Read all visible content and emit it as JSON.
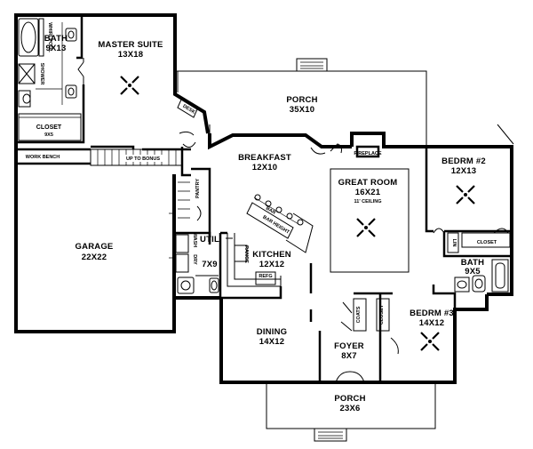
{
  "rooms": {
    "master_suite": {
      "name": "MASTER SUITE",
      "dim": "13X18"
    },
    "bath_master": {
      "name": "BATH",
      "dim": "9X13"
    },
    "whirlpool": "WHIRLPOOL",
    "shower": "SHOWER",
    "closet_master": {
      "name": "CLOSET",
      "dim": "9X5"
    },
    "porch_rear": {
      "name": "PORCH",
      "dim": "35X10"
    },
    "desk": "DESK",
    "work_bench": "WORK BENCH",
    "up_to_bonus": "UP TO BONUS",
    "breakfast": {
      "name": "BREAKFAST",
      "dim": "12X10"
    },
    "fireplace": "FIREPLACE",
    "great_room": {
      "name": "GREAT ROOM",
      "dim": "16X21",
      "note": "11' CEILING"
    },
    "bedrm2": {
      "name": "BEDRM #2",
      "dim": "12X13"
    },
    "pantry": "PANTRY",
    "bar": "BAR",
    "bar_height": "BAR HEIGHT",
    "garage": {
      "name": "GARAGE",
      "dim": "22X22"
    },
    "util": {
      "name": "UTIL",
      "dim": "7X9"
    },
    "wash": "WASH",
    "dry": "DRY",
    "kitchen": {
      "name": "KITCHEN",
      "dim": "12X12"
    },
    "range": "RANGE",
    "refg": "REFG",
    "lin": "LIN",
    "closet_b2": "CLOSET",
    "bath2": {
      "name": "BATH",
      "dim": "9X5"
    },
    "coats": "COATS",
    "closet_foyer": "CLOSET",
    "bedrm3": {
      "name": "BEDRM #3",
      "dim": "14X12"
    },
    "dining": {
      "name": "DINING",
      "dim": "14X12"
    },
    "foyer": {
      "name": "FOYER",
      "dim": "8X7"
    },
    "porch_front": {
      "name": "PORCH",
      "dim": "23X6"
    }
  }
}
